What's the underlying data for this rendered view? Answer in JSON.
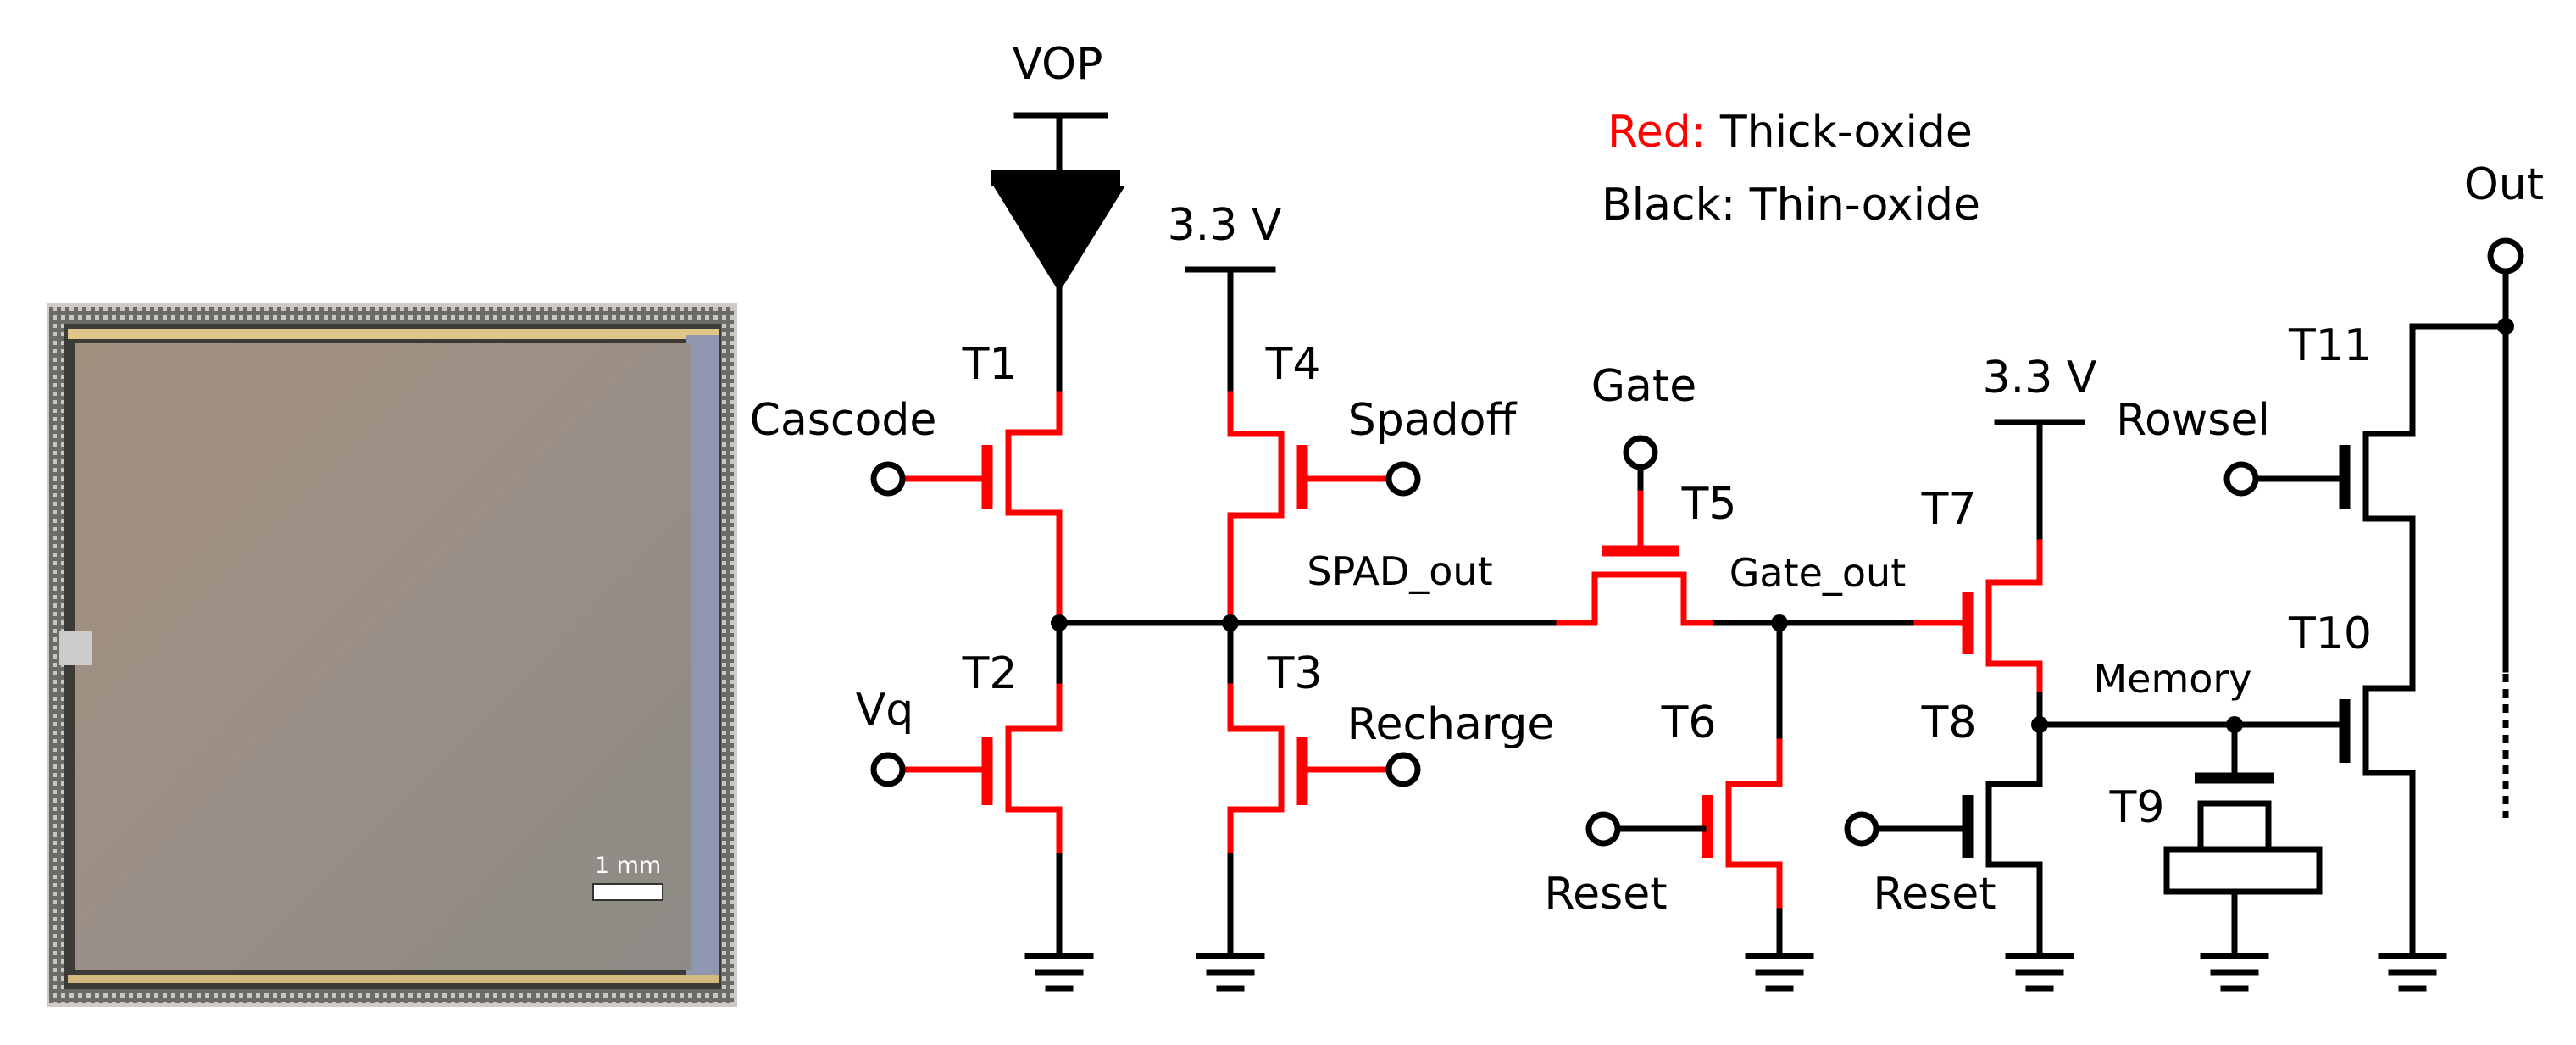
{
  "photo": {
    "scale_label": "1 mm"
  },
  "legend": {
    "red_key": "Red:",
    "red_text": " Thick-oxide",
    "black_text": "Black: Thin-oxide",
    "colors": {
      "thick_oxide": "#ff0000",
      "thin_oxide": "#000000"
    }
  },
  "supplies": {
    "vop": "VOP",
    "vdd_a": "3.3 V",
    "vdd_b": "3.3 V"
  },
  "transistors": {
    "t1": "T1",
    "t2": "T2",
    "t3": "T3",
    "t4": "T4",
    "t5": "T5",
    "t6": "T6",
    "t7": "T7",
    "t8": "T8",
    "t9": "T9",
    "t10": "T10",
    "t11": "T11"
  },
  "signals": {
    "cascode": "Cascode",
    "vq": "Vq",
    "spadoff": "Spadoff",
    "recharge": "Recharge",
    "gate": "Gate",
    "reset_a": "Reset",
    "reset_b": "Reset",
    "rowsel": "Rowsel"
  },
  "nodes": {
    "spad_out": "SPAD_out",
    "gate_out": "Gate_out",
    "memory": "Memory",
    "out": "Out"
  }
}
